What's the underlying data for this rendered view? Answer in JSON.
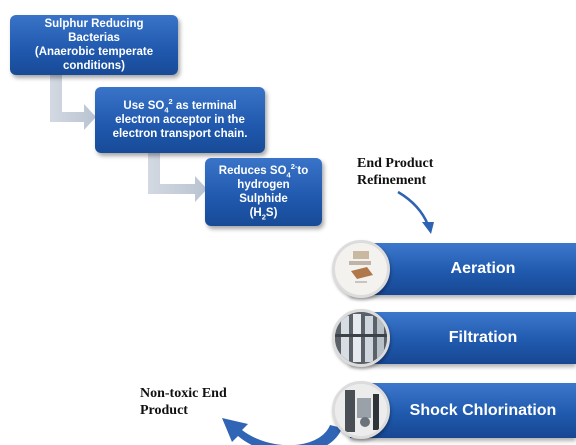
{
  "flow": {
    "box1": {
      "line1": "Sulphur Reducing Bacterias",
      "line2": "(Anaerobic temperate",
      "line3": "conditions)"
    },
    "box2": {
      "line1_pre": "Use SO",
      "line1_sub": "4",
      "line1_sup": "2",
      "line1_post": " as terminal",
      "line2": "electron acceptor in the",
      "line3": "electron transport  chain."
    },
    "box3": {
      "line1_pre": "Reduces SO",
      "line1_sub": "4",
      "line1_sup": "2-",
      "line1_post": "to",
      "line2": "hydrogen Sulphide",
      "line3_pre": "(H",
      "line3_sub": "2",
      "line3_post": "S)"
    }
  },
  "refinement": {
    "title_line1": "End Product",
    "title_line2": "Refinement",
    "steps": [
      {
        "label": "Aeration"
      },
      {
        "label": "Filtration"
      },
      {
        "label": "Shock Chlorination"
      }
    ]
  },
  "result": {
    "line1": "Non-toxic End",
    "line2": "Product"
  },
  "colors": {
    "box_blue": "#2360b5",
    "connector_gray": "#c9d1dc",
    "arrow_blue": "#2e62b3"
  }
}
